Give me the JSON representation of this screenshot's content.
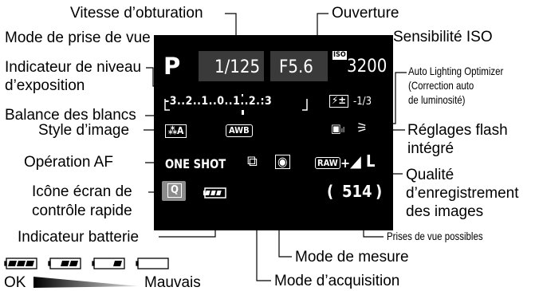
{
  "labels": {
    "vitesse": "Vitesse d’obturation",
    "ouverture": "Ouverture",
    "mode_prise": "Mode de prise de vue",
    "sensibilite": "Sensibilité ISO",
    "indicateur_niveau_1": "Indicateur de niveau",
    "indicateur_niveau_2": "d’exposition",
    "balance": "Balance des blancs",
    "style": "Style d’image",
    "operation_af": "Opération AF",
    "icone_ecran_1": "Icône écran de",
    "icone_ecran_2": "contrôle rapide",
    "indicateur_batterie": "Indicateur batterie",
    "alo_1": "Auto Lighting Optimizer",
    "alo_2": "(Correction auto",
    "alo_3": "de luminosité)",
    "reglages_flash_1": "Réglages flash",
    "reglages_flash_2": "intégré",
    "qualite_1": "Qualité",
    "qualite_2": "d’enregistrement",
    "qualite_3": "des images",
    "prises_vue": "Prises de vue possibles",
    "mode_mesure": "Mode de mesure",
    "mode_acquisition": "Mode d’acquisition",
    "ok": "OK",
    "mauvais": "Mauvais"
  },
  "lcd": {
    "mode": "P",
    "shutter": "1/125",
    "aperture": "F5.6",
    "iso_tag": "ISO",
    "iso_value": "3200",
    "exposure_scale": "-3..2..1..0..1..2.:3",
    "flash_comp": "-1/3",
    "picture_style": "A",
    "wb": "AWB",
    "af_mode": "ONE SHOT",
    "quality_raw": "RAW",
    "quality_plus": "+",
    "quality_l": "L",
    "quick_control": "Q",
    "shots_remaining": "514"
  },
  "colors": {
    "lcd_bg": "#000000",
    "box_dark": "#3a3a3a",
    "text_lcd": "#ffffff",
    "lines": "#000000"
  }
}
